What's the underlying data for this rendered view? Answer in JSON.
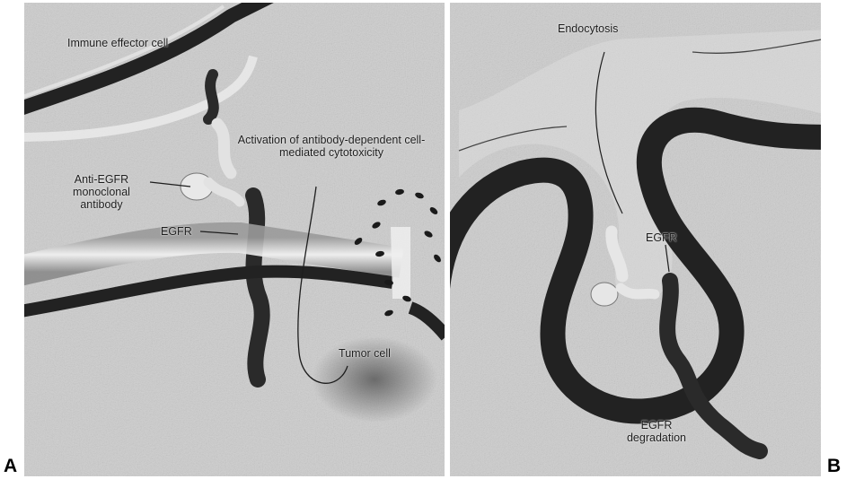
{
  "panels": [
    {
      "letter": "A",
      "labels": {
        "immune_cell": "Immune effector cell",
        "antibody": "Anti-EGFR monoclonal antibody",
        "egfr": "EGFR",
        "adcc": "Activation of antibody-dependent cell-mediated cytotoxicity",
        "tumor_cell": "Tumor cell"
      }
    },
    {
      "letter": "B",
      "labels": {
        "endocytosis": "Endocytosis",
        "egfr": "EGFR",
        "degradation": "EGFR degradation"
      }
    }
  ],
  "colors": {
    "background": "#cfcfcf",
    "membrane": "#222222",
    "text": "#1c1c1c"
  }
}
